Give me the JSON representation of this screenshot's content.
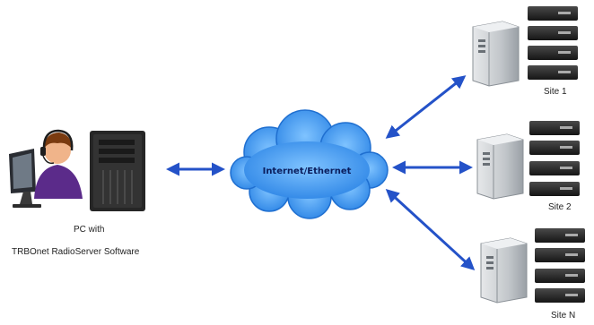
{
  "pc": {
    "label_line1": "PC with",
    "label_line2": "TRBOnet RadioServer Software"
  },
  "network": {
    "label": "Internet/Ethernet"
  },
  "sites": [
    {
      "label": "Site 1"
    },
    {
      "label": "Site 2"
    },
    {
      "label": "Site N"
    }
  ],
  "colors": {
    "arrow": "#2452c8",
    "cloud": "#2e86e6",
    "rack_unit": "#2b2b2b",
    "server_tower": "#c8ccd0",
    "pc_tower": "#262626"
  },
  "icons": {
    "pc": "operator-with-headset-and-monitor",
    "tower": "pc-tower-icon",
    "cloud": "network-cloud-icon",
    "server": "server-icon",
    "rack": "rack-unit-icon"
  }
}
